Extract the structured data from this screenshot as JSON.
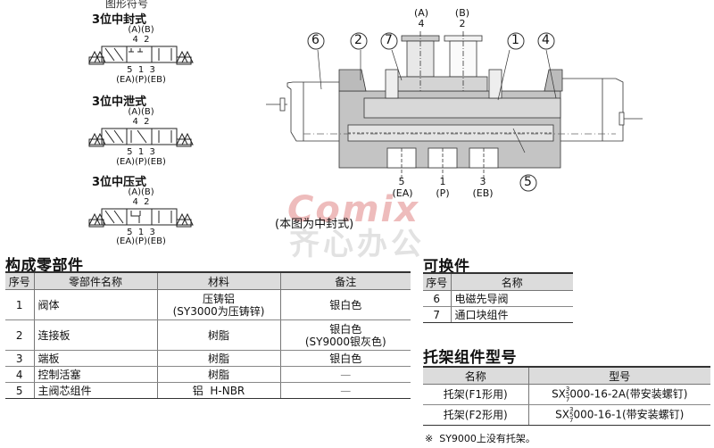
{
  "symbols": {
    "heading": "图形符号",
    "items": [
      {
        "title": "3位中封式",
        "ports_top": "(A)(B)",
        "ports_top_num": "4  2",
        "ports_bottom_num": "5  1  3",
        "ports_bottom": "(EA)(P)(EB)"
      },
      {
        "title": "3位中泄式",
        "ports_top": "(A)(B)",
        "ports_top_num": "4  2",
        "ports_bottom_num": "5  1  3",
        "ports_bottom": "(EA)(P)(EB)"
      },
      {
        "title": "3位中压式",
        "ports_top": "(A)(B)",
        "ports_top_num": "4  2",
        "ports_bottom_num": "5  1  3",
        "ports_bottom": "(EA)(P)(EB)"
      }
    ]
  },
  "diagram": {
    "top_ports": [
      {
        "label": "(A)",
        "num": "4"
      },
      {
        "label": "(B)",
        "num": "2"
      }
    ],
    "bottom_ports": [
      {
        "num": "5",
        "label": "(EA)"
      },
      {
        "num": "1",
        "label": "(P)"
      },
      {
        "num": "3",
        "label": "(EB)"
      }
    ],
    "callouts": [
      "6",
      "2",
      "7",
      "1",
      "4",
      "5"
    ],
    "caption": "(本图为中封式)",
    "watermark_brand": "Comix",
    "watermark_cn": "齐心办公"
  },
  "parts": {
    "title": "构成零部件",
    "headers": [
      "序号",
      "零部件名称",
      "材料",
      "备注"
    ],
    "rows": [
      {
        "no": "1",
        "name": "阀体",
        "material": "压铸铝",
        "material2": "(SY3000为压铸锌)",
        "remark": "银白色",
        "remark2": ""
      },
      {
        "no": "2",
        "name": "连接板",
        "material": "树脂",
        "material2": "",
        "remark": "银白色",
        "remark2": "(SY9000银灰色)"
      },
      {
        "no": "3",
        "name": "端板",
        "material": "树脂",
        "material2": "",
        "remark": "银白色",
        "remark2": ""
      },
      {
        "no": "4",
        "name": "控制活塞",
        "material": "树脂",
        "material2": "",
        "remark": "—",
        "remark2": ""
      },
      {
        "no": "5",
        "name": "主阀芯组件",
        "material": "铝  H-NBR",
        "material2": "",
        "remark": "—",
        "remark2": ""
      }
    ]
  },
  "replaceable": {
    "title": "可换件",
    "headers": [
      "序号",
      "名称"
    ],
    "rows": [
      {
        "no": "6",
        "name": "电磁先导阀"
      },
      {
        "no": "7",
        "name": "通口块组件"
      }
    ]
  },
  "bracket": {
    "title": "托架组件型号",
    "headers": [
      "名称",
      "型号"
    ],
    "rows": [
      {
        "name": "托架(F1形用)",
        "model_prefix": "SX",
        "model_sup": "3\n5\n7",
        "model_suffix": "000-16-2A(带安装螺钉)"
      },
      {
        "name": "托架(F2形用)",
        "model_prefix": "SX",
        "model_sup": "3\n5\n7",
        "model_suffix": "000-16-1(带安装螺钉)"
      }
    ],
    "note": "※  SY9000上没有托架。"
  }
}
